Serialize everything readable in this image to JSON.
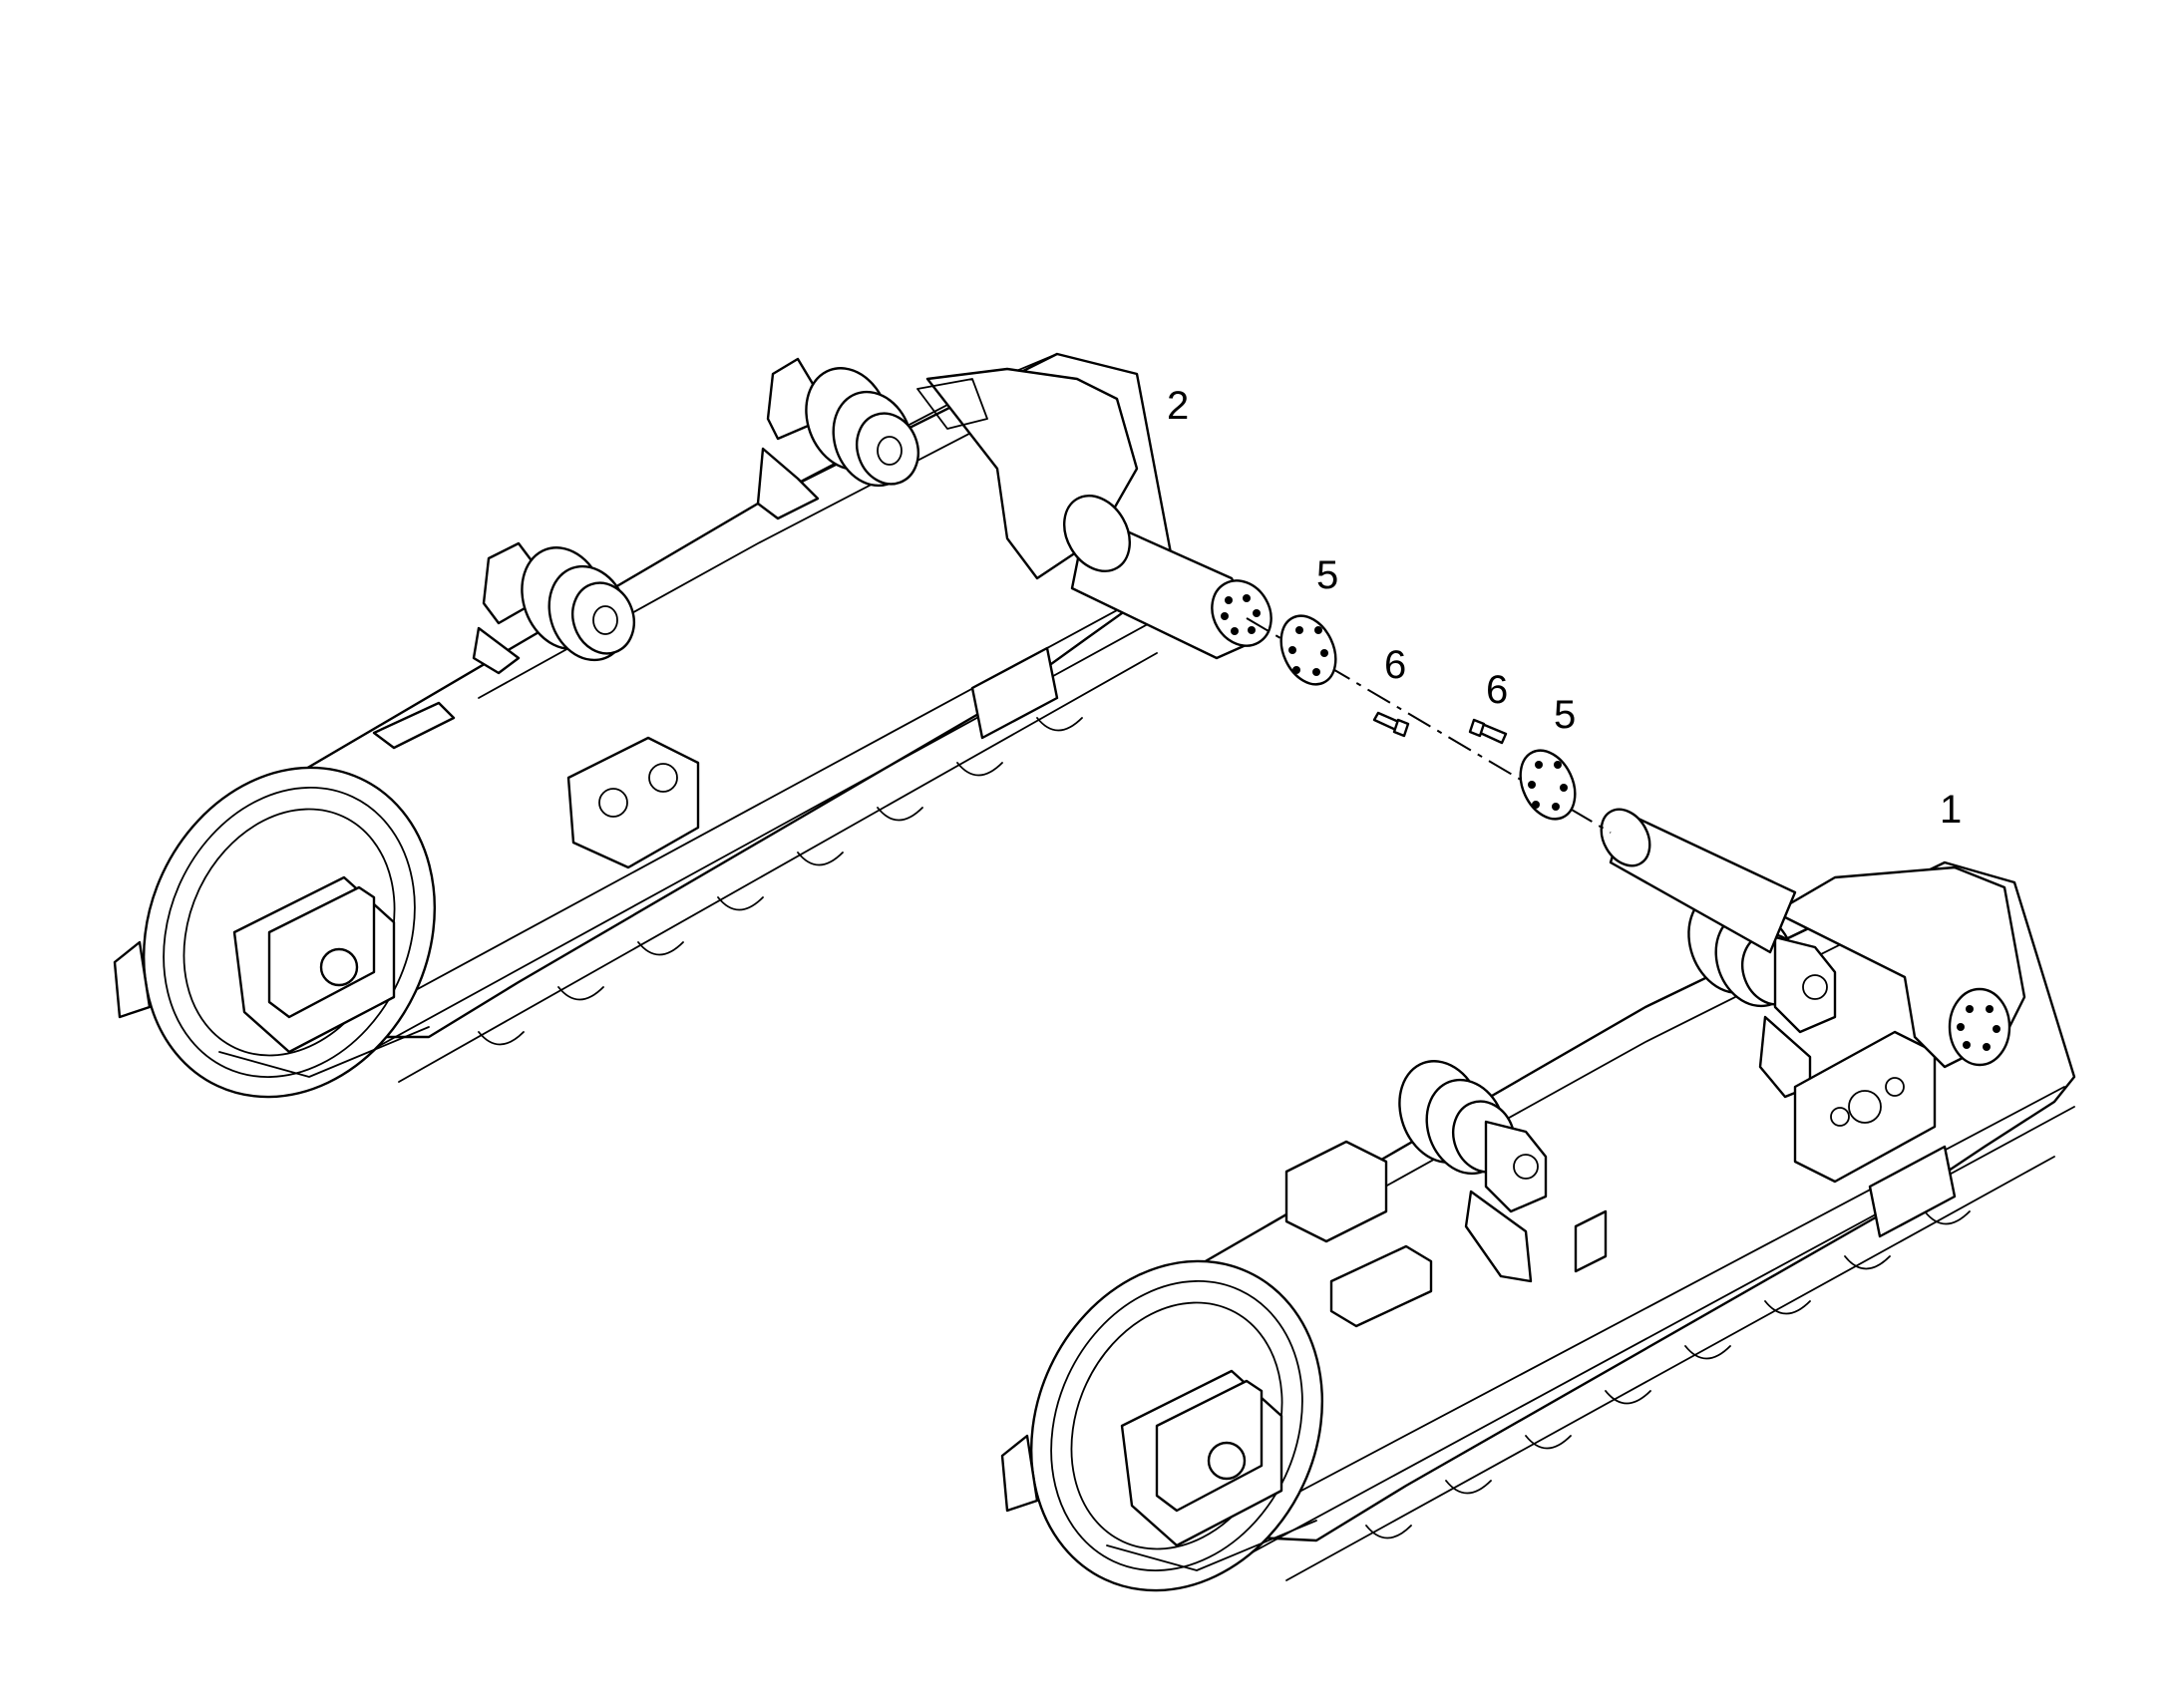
{
  "callouts": {
    "c1": "1",
    "c2": "2",
    "c5a": "5",
    "c5b": "5",
    "c6a": "6",
    "c6b": "6"
  },
  "colors": {
    "line": "#000000",
    "background": "#ffffff"
  }
}
